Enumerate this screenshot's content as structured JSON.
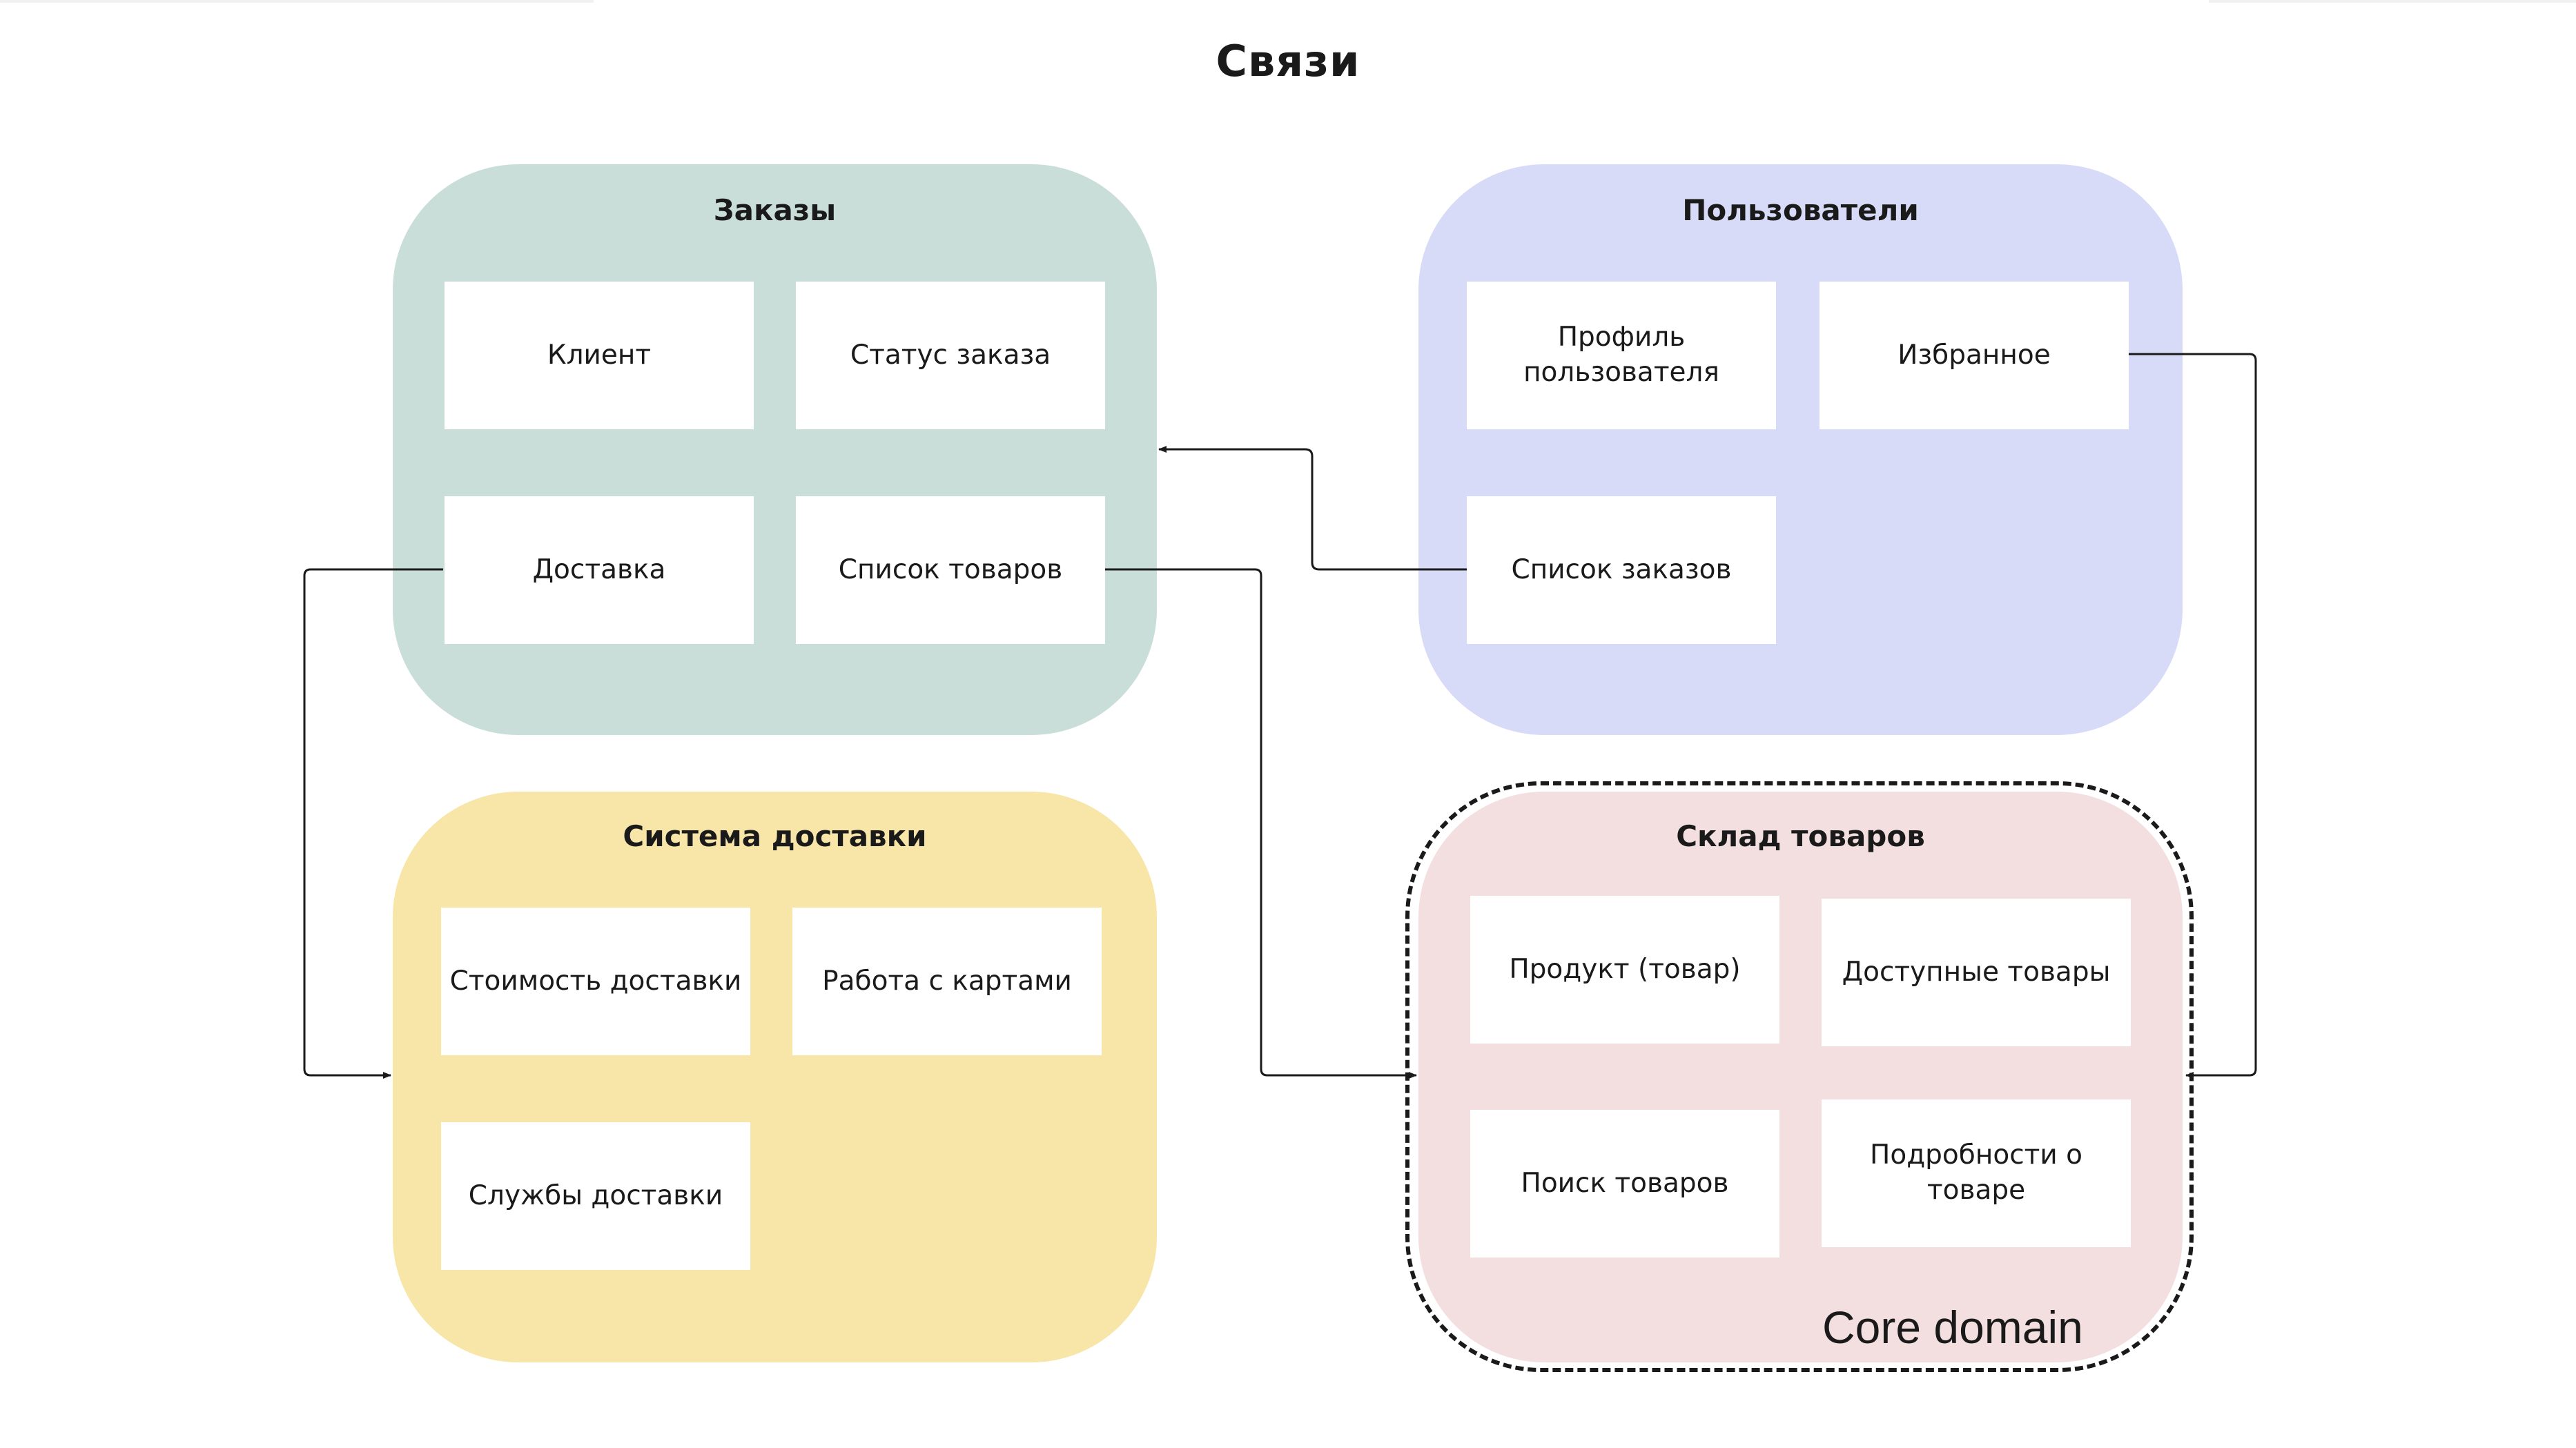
{
  "diagram": {
    "title": "Связи",
    "core_label": "Core domain",
    "groups": {
      "orders": {
        "title": "Заказы",
        "color": "#c9ded8",
        "items": [
          "Клиент",
          "Статус заказа",
          "Доставка",
          "Список товаров"
        ]
      },
      "users": {
        "title": "Пользователи",
        "color": "#d8dbf8",
        "items": [
          "Профиль пользователя",
          "Избранное",
          "Список заказов"
        ]
      },
      "delivery": {
        "title": "Система доставки",
        "color": "#f7e6a8",
        "items": [
          "Стоимость доставки",
          "Работа с картами",
          "Службы доставки"
        ]
      },
      "warehouse": {
        "title": "Склад товаров",
        "color": "#f4dfe0",
        "items": [
          "Продукт (товар)",
          "Доступные товары",
          "Поиск товаров",
          "Подробности о товаре"
        ]
      }
    },
    "connectors": [
      {
        "from": "Доставка",
        "to": "Система доставки"
      },
      {
        "from": "Список товаров",
        "to": "Склад товаров"
      },
      {
        "from": "Список заказов",
        "to": "Заказы"
      },
      {
        "from": "Избранное",
        "to": "Склад товаров"
      }
    ]
  }
}
